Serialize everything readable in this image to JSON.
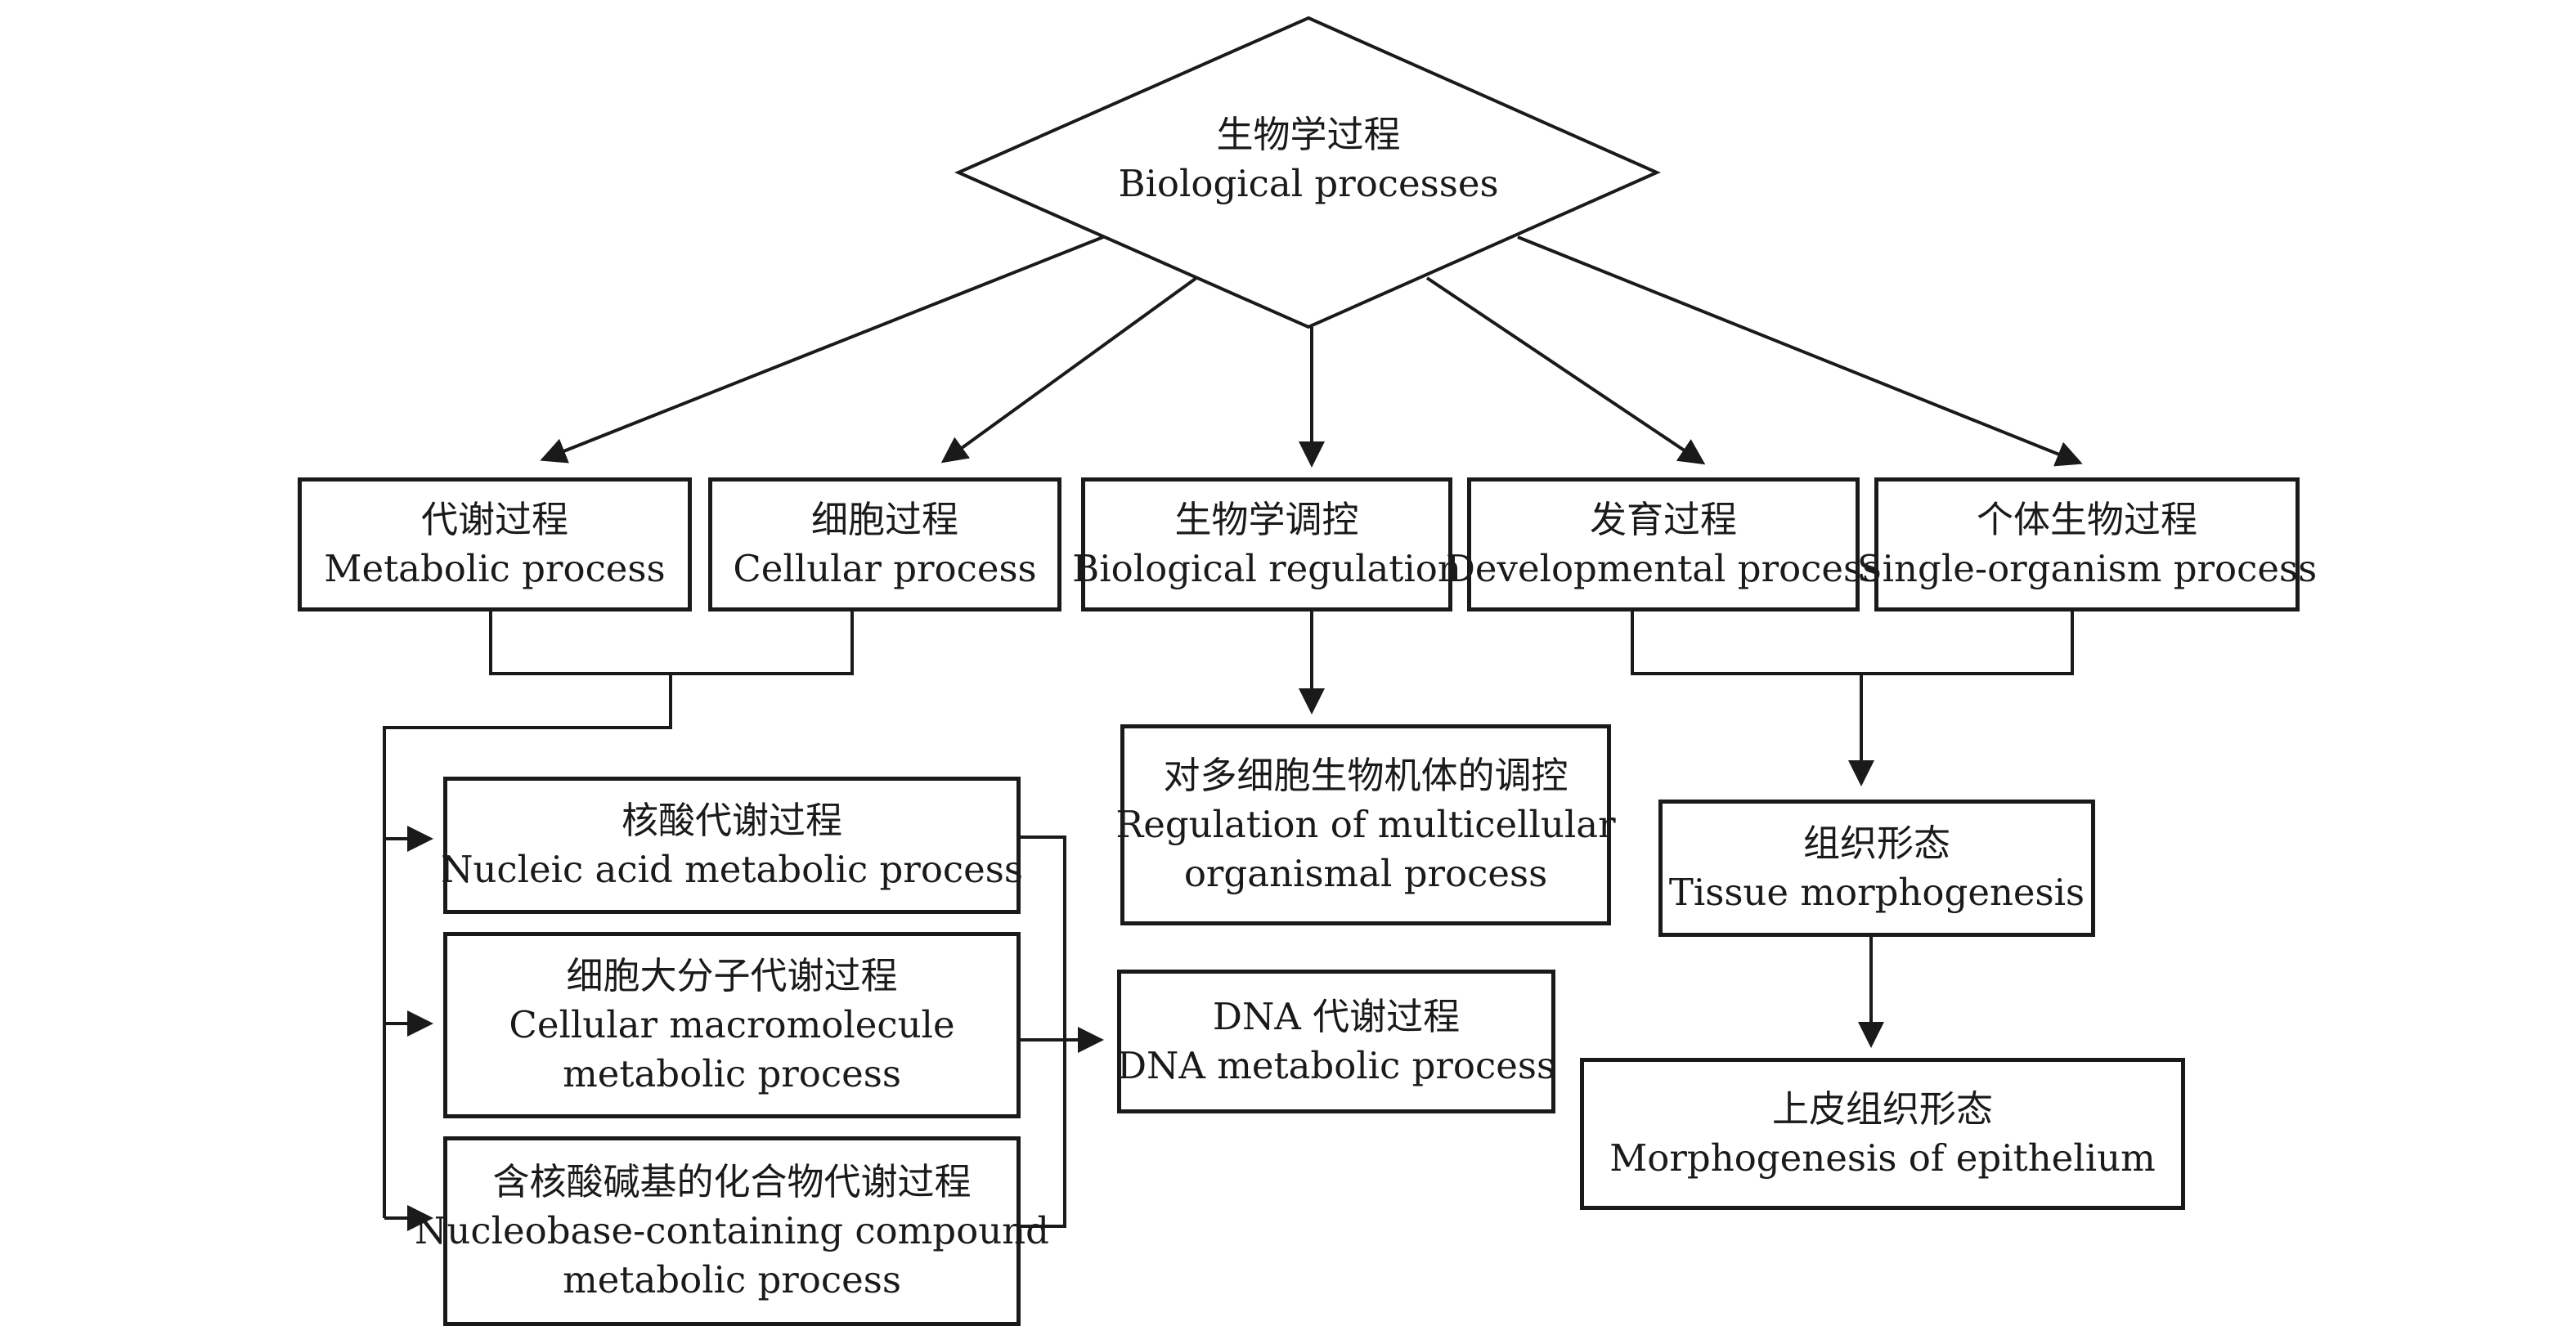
{
  "diagram": {
    "root": {
      "zh": "生物学过程",
      "en": "Biological processes"
    },
    "level1": [
      {
        "id": "metabolic",
        "zh": "代谢过程",
        "en": "Metabolic process"
      },
      {
        "id": "cellular",
        "zh": "细胞过程",
        "en": "Cellular process"
      },
      {
        "id": "regulation",
        "zh": "生物学调控",
        "en": "Biological regulation"
      },
      {
        "id": "developmental",
        "zh": "发育过程",
        "en": "Developmental process"
      },
      {
        "id": "single-organism",
        "zh": "个体生物过程",
        "en": "Single-organism process"
      }
    ],
    "metabolic_children": [
      {
        "id": "nucleic-acid",
        "zh": "核酸代谢过程",
        "en": [
          "Nucleic acid metabolic process"
        ]
      },
      {
        "id": "macromolecule",
        "zh": "细胞大分子代谢过程",
        "en": [
          "Cellular macromolecule",
          "metabolic process"
        ]
      },
      {
        "id": "nucleobase",
        "zh": "含核酸碱基的化合物代谢过程",
        "en": [
          "Nucleobase-containing compound",
          "metabolic process"
        ]
      }
    ],
    "dna": {
      "zh": "DNA 代谢过程",
      "en": "DNA metabolic process"
    },
    "multicellular": {
      "zh": "对多细胞生物机体的调控",
      "en": [
        "Regulation of multicellular",
        "organismal process"
      ]
    },
    "tissue": {
      "zh": "组织形态",
      "en": "Tissue morphogenesis"
    },
    "epithelium": {
      "zh": "上皮组织形态",
      "en": "Morphogenesis of epithelium"
    },
    "colors": {
      "stroke": "#1a1a1a",
      "background": "#ffffff"
    }
  }
}
